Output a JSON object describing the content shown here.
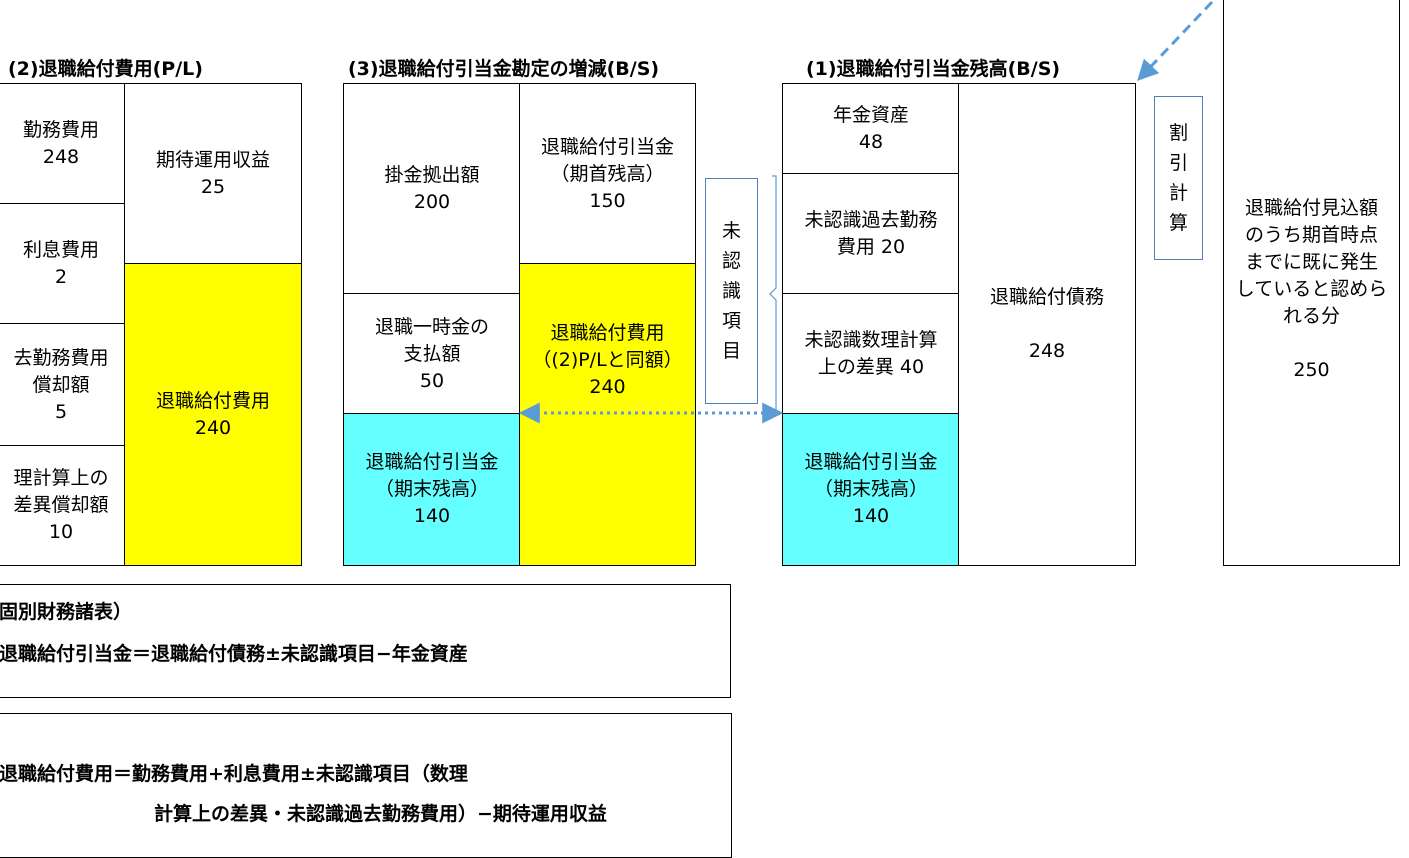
{
  "titles": {
    "pl": "(2)退職給付費用(P/L)",
    "change": "(3)退職給付引当金勘定の増減(B/S)",
    "balance": "(1)退職給付引当金残高(B/S)"
  },
  "pl": {
    "service_cost": "勤務費用\n248",
    "interest_cost": "利息費用\n2",
    "past_service_amort": "去勤務費用\n償却額\n5",
    "actuarial_amort": "理計算上の\n差異償却額\n10",
    "expected_return": "期待運用収益\n25",
    "expense": "退職給付費用\n240"
  },
  "change": {
    "contribution": "掛金拠出額\n200",
    "lump_sum": "退職一時金の\n支払額\n50",
    "ending_left": "退職給付引当金\n（期末残高）\n140",
    "beginning": "退職給付引当金\n（期首残高）\n150",
    "expense_same": "退職給付費用\n（(2)P/Lと同額）\n240"
  },
  "unrecognized_label": "未\n認\n識\n項\n目",
  "balance": {
    "plan_assets": "年金資産\n48",
    "unrec_past_service": "未認識過去勤務\n費用 20",
    "unrec_actuarial": "未認識数理計算\n上の差異 40",
    "ending": "退職給付引当金\n（期末残高）\n140",
    "obligation": "退職給付債務\n\n248"
  },
  "discount_label": "割\n引\n計\n算",
  "projected": "退職給付見込額\nのうち期首時点\nまでに既に発生\nしていると認めら\nれる分\n\n250",
  "formula1": {
    "heading": "固別財務諸表）",
    "text": "退職給付引当金＝退職給付債務±未認識項目−年金資産"
  },
  "formula2": {
    "line1": "退職給付費用＝勤務費用+利息費用±未認識項目（数理",
    "line2": "計算上の差異・未認識過去勤務費用）−期待運用収益"
  },
  "colors": {
    "yellow": "#ffff00",
    "cyan": "#66ffff",
    "arrow": "#5b9bd5",
    "box_border": "#4f81bd"
  }
}
